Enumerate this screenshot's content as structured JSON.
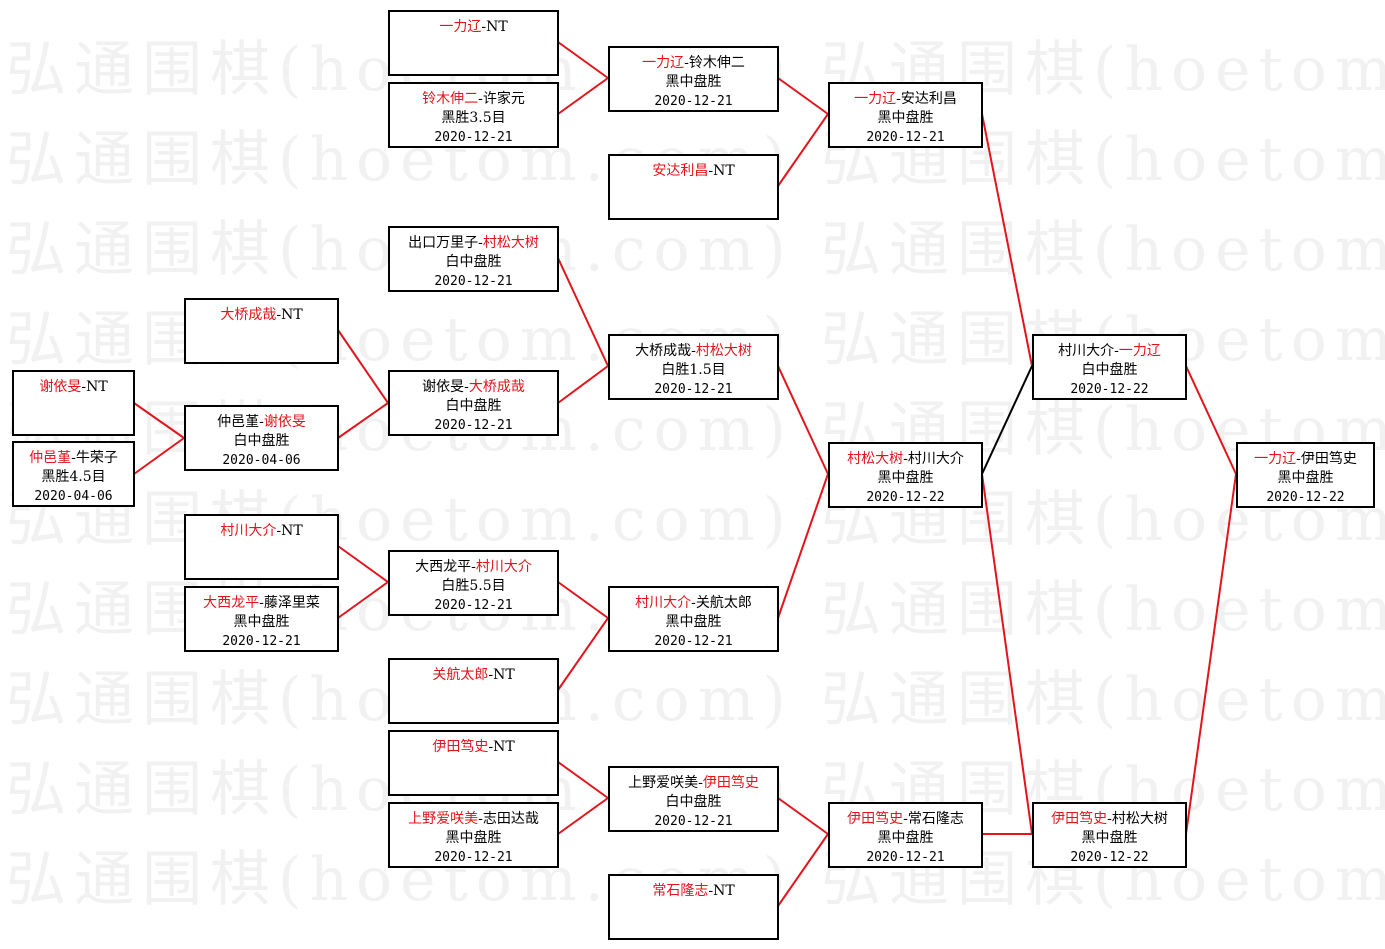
{
  "watermark": {
    "text": "弘通围棋(hoetom.com) 弘通围棋(hoetom.com) 弘通围棋(hoetom.com) 弘"
  },
  "matches": {
    "r0a": {
      "p1": "谢依旻",
      "p2": "NT",
      "winner": 1,
      "result": "",
      "date": ""
    },
    "r0b": {
      "p1": "仲邑堇",
      "p2": "牛荣子",
      "winner": 1,
      "result": "黑胜4.5目",
      "date": "2020-04-06"
    },
    "r1a": {
      "p1": "大桥成哉",
      "p2": "NT",
      "winner": 1,
      "result": "",
      "date": ""
    },
    "r1b": {
      "p1": "仲邑堇",
      "p2": "谢依旻",
      "winner": 2,
      "result": "白中盘胜",
      "date": "2020-04-06"
    },
    "r1c": {
      "p1": "村川大介",
      "p2": "NT",
      "winner": 1,
      "result": "",
      "date": ""
    },
    "r1d": {
      "p1": "大西龙平",
      "p2": "藤泽里菜",
      "winner": 1,
      "result": "黑中盘胜",
      "date": "2020-12-21"
    },
    "r2a": {
      "p1": "一力辽",
      "p2": "NT",
      "winner": 1,
      "result": "",
      "date": ""
    },
    "r2b": {
      "p1": "铃木伸二",
      "p2": "许家元",
      "winner": 1,
      "result": "黑胜3.5目",
      "date": "2020-12-21"
    },
    "r2c": {
      "p1": "出口万里子",
      "p2": "村松大树",
      "winner": 2,
      "result": "白中盘胜",
      "date": "2020-12-21"
    },
    "r2d": {
      "p1": "谢依旻",
      "p2": "大桥成哉",
      "winner": 2,
      "result": "白中盘胜",
      "date": "2020-12-21"
    },
    "r2e": {
      "p1": "大西龙平",
      "p2": "村川大介",
      "winner": 2,
      "result": "白胜5.5目",
      "date": "2020-12-21"
    },
    "r2f": {
      "p1": "关航太郎",
      "p2": "NT",
      "winner": 1,
      "result": "",
      "date": ""
    },
    "r2g": {
      "p1": "伊田笃史",
      "p2": "NT",
      "winner": 1,
      "result": "",
      "date": ""
    },
    "r2h": {
      "p1": "上野爱咲美",
      "p2": "志田达哉",
      "winner": 1,
      "result": "黑中盘胜",
      "date": "2020-12-21"
    },
    "r3a": {
      "p1": "一力辽",
      "p2": "铃木伸二",
      "winner": 1,
      "result": "黑中盘胜",
      "date": "2020-12-21"
    },
    "r3b": {
      "p1": "安达利昌",
      "p2": "NT",
      "winner": 1,
      "result": "",
      "date": ""
    },
    "r3c": {
      "p1": "大桥成哉",
      "p2": "村松大树",
      "winner": 2,
      "result": "白胜1.5目",
      "date": "2020-12-21"
    },
    "r3d": {
      "p1": "村川大介",
      "p2": "关航太郎",
      "winner": 1,
      "result": "黑中盘胜",
      "date": "2020-12-21"
    },
    "r3e": {
      "p1": "上野爱咲美",
      "p2": "伊田笃史",
      "winner": 2,
      "result": "白中盘胜",
      "date": "2020-12-21"
    },
    "r3f": {
      "p1": "常石隆志",
      "p2": "NT",
      "winner": 1,
      "result": "",
      "date": ""
    },
    "r4a": {
      "p1": "一力辽",
      "p2": "安达利昌",
      "winner": 1,
      "result": "黑中盘胜",
      "date": "2020-12-21"
    },
    "r4b": {
      "p1": "村松大树",
      "p2": "村川大介",
      "winner": 1,
      "result": "黑中盘胜",
      "date": "2020-12-22"
    },
    "r4c": {
      "p1": "伊田笃史",
      "p2": "常石隆志",
      "winner": 1,
      "result": "黑中盘胜",
      "date": "2020-12-21"
    },
    "r5a": {
      "p1": "村川大介",
      "p2": "一力辽",
      "winner": 2,
      "result": "白中盘胜",
      "date": "2020-12-22"
    },
    "r5b": {
      "p1": "伊田笃史",
      "p2": "村松大树",
      "winner": 1,
      "result": "黑中盘胜",
      "date": "2020-12-22"
    },
    "final": {
      "p1": "一力辽",
      "p2": "伊田笃史",
      "winner": 1,
      "result": "黑中盘胜",
      "date": "2020-12-22"
    }
  },
  "colors": {
    "winner_text": "#e3141b",
    "winner_line": "#e3141b",
    "loser_line": "#000000",
    "box_border": "#000000",
    "watermark": "#f1f1f1"
  }
}
